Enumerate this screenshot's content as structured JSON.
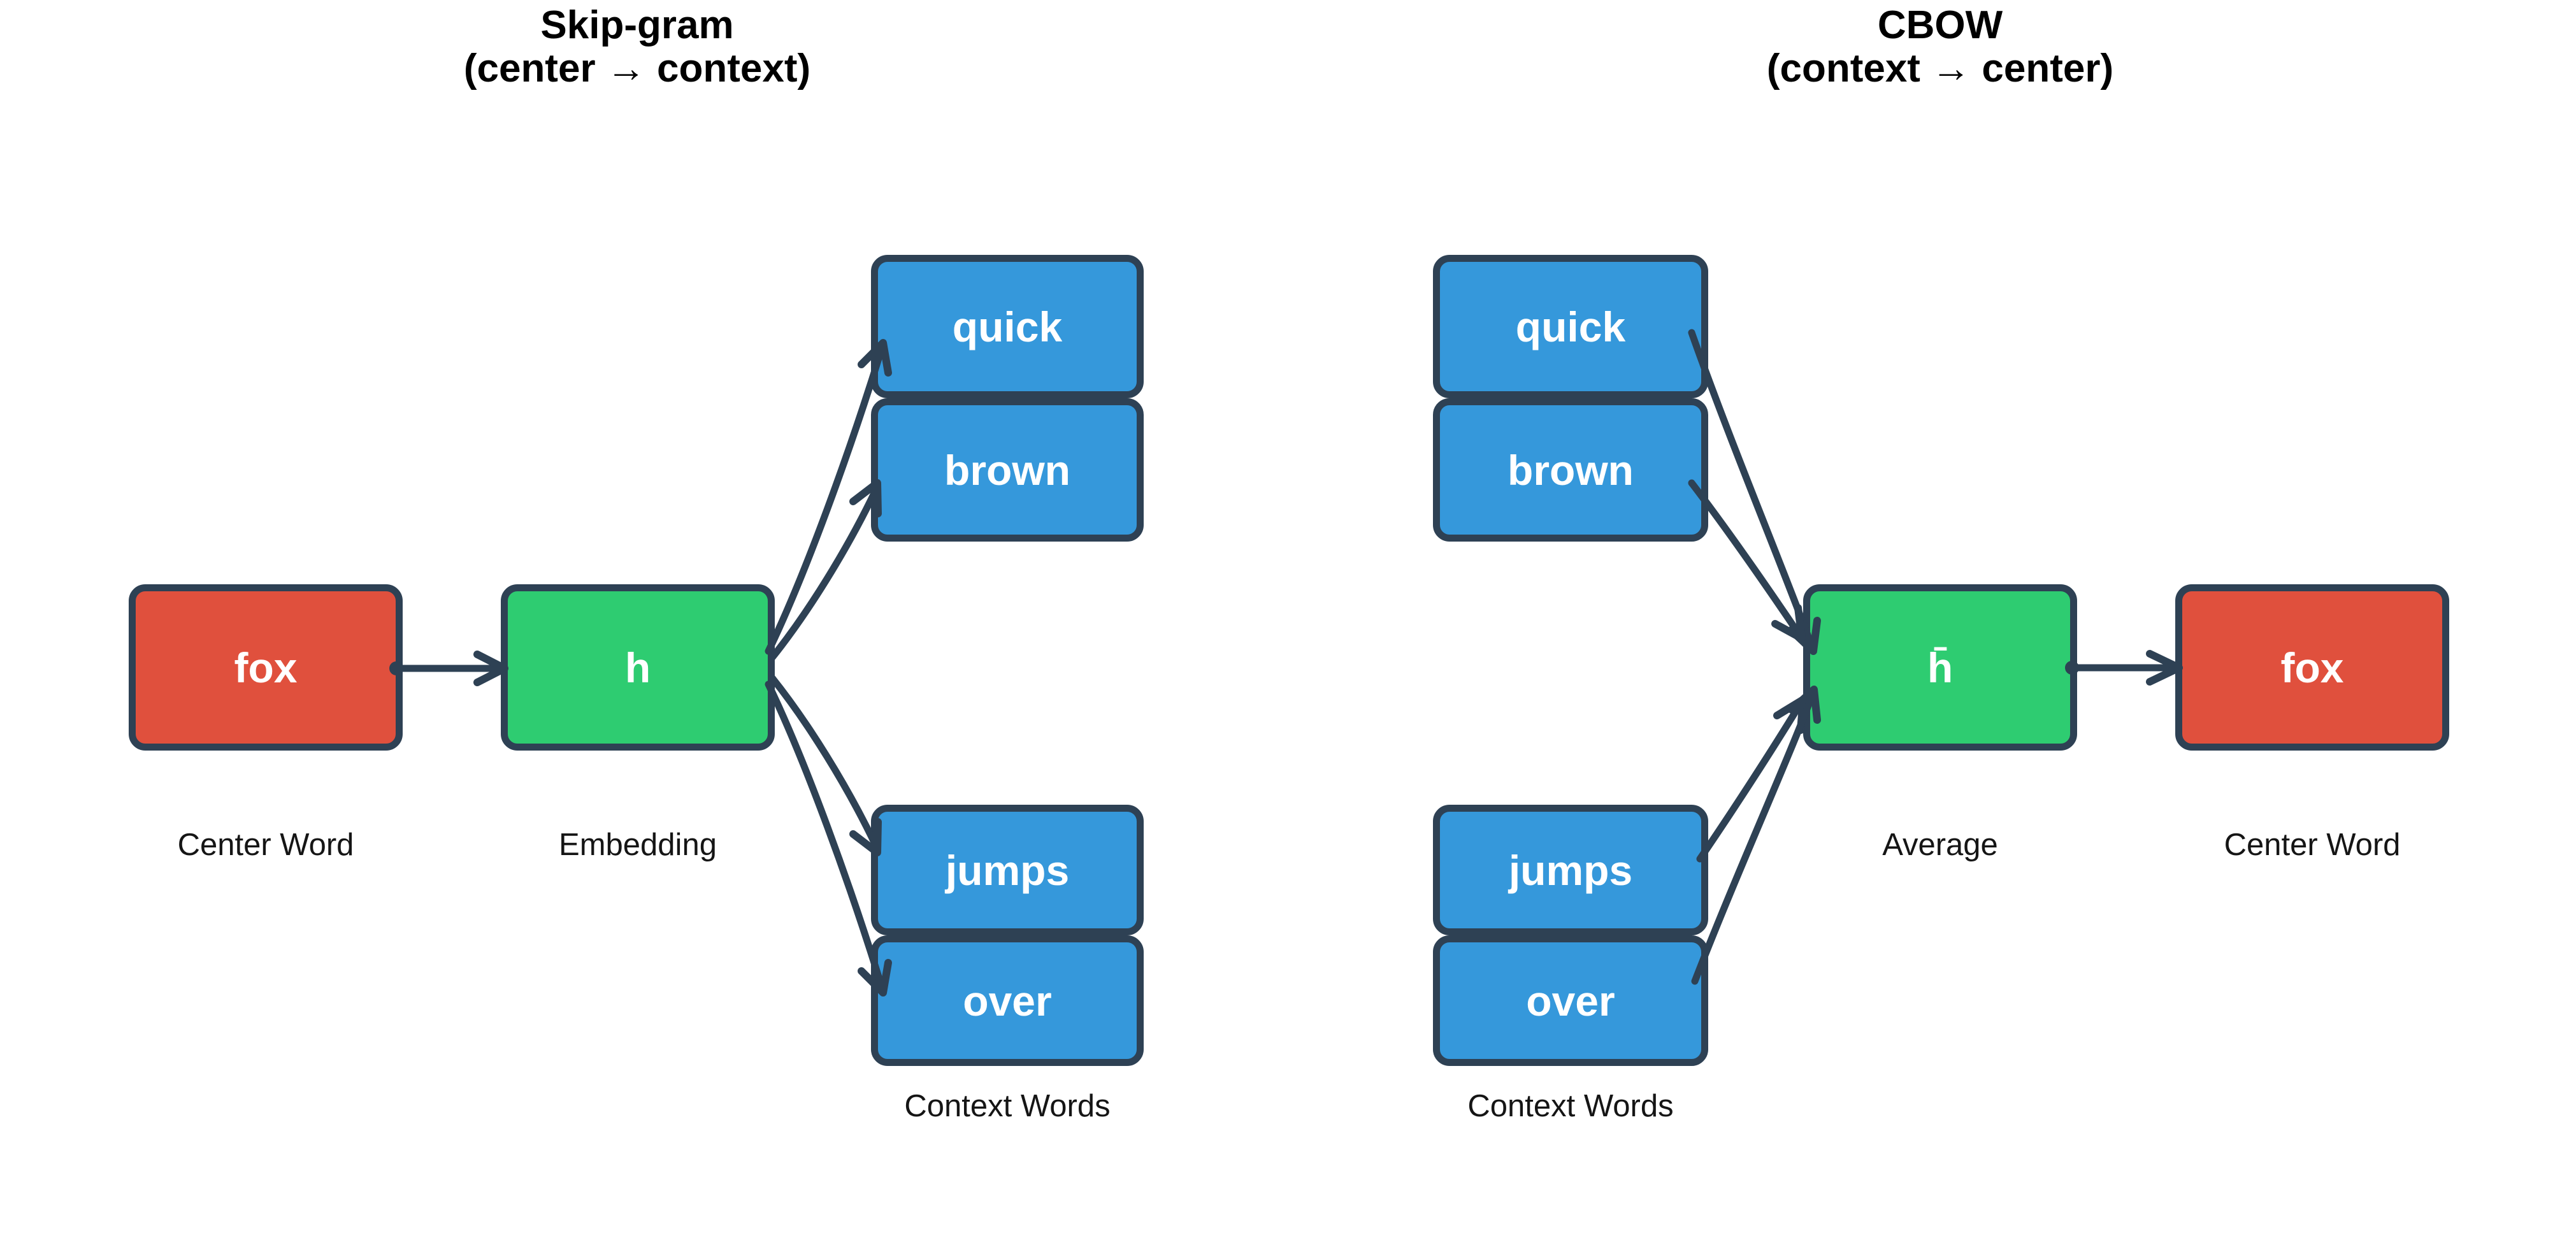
{
  "colors": {
    "background": "#ffffff",
    "ink": "#2e4154",
    "red": "#e0503d",
    "green": "#2ecc71",
    "blue": "#3598db",
    "box_text": "#ffffff",
    "title_text": "#000000",
    "label_text": "#151515"
  },
  "skipgram": {
    "title_line1": "Skip-gram",
    "title_line2": "(center → context)",
    "center_word": "fox",
    "hidden": "h",
    "context_top": [
      "quick",
      "brown"
    ],
    "context_bottom": [
      "jumps",
      "over"
    ],
    "label_center_word": "Center Word",
    "label_embedding": "Embedding",
    "label_context_words": "Context Words"
  },
  "cbow": {
    "title_line1": "CBOW",
    "title_line2": "(context → center)",
    "context_top": [
      "quick",
      "brown"
    ],
    "context_bottom": [
      "jumps",
      "over"
    ],
    "hidden": "h̄",
    "center_word": "fox",
    "label_context_words": "Context Words",
    "label_average": "Average",
    "label_center_word": "Center Word"
  }
}
